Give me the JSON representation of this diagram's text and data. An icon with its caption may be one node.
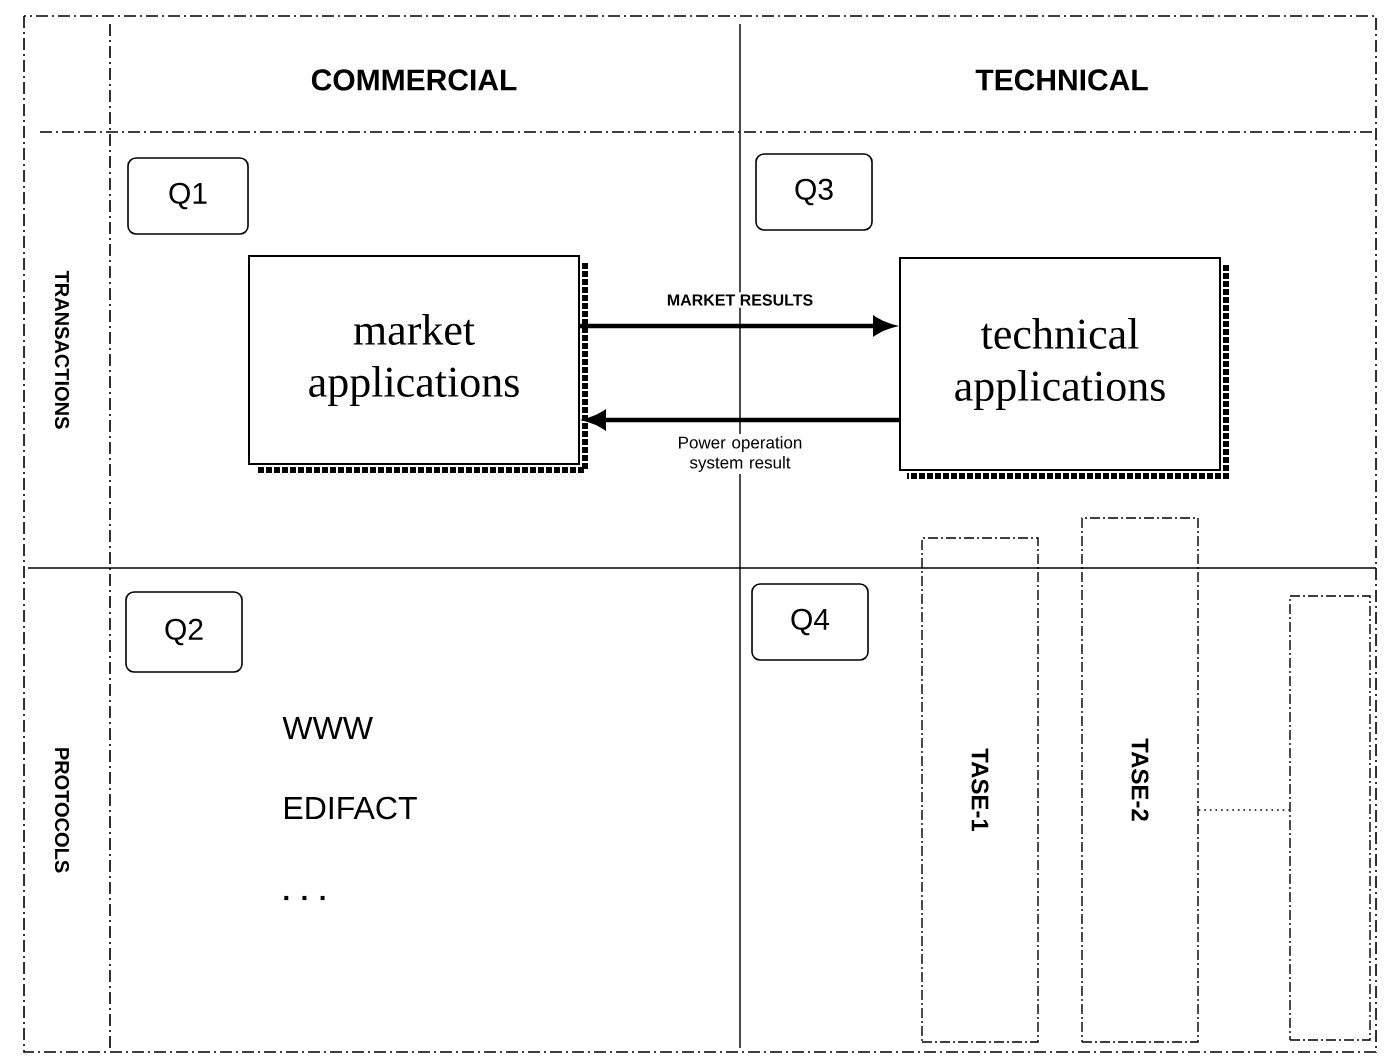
{
  "diagram": {
    "nodes": [
      {
        "text": [
          "Q1"
        ]
      },
      {
        "text": [
          "market applications"
        ]
      },
      {
        "text": [
          "Q3"
        ]
      },
      {
        "text": [
          "technical applications"
        ]
      },
      {
        "text": [
          "Q2"
        ]
      },
      {
        "text": [
          "Q4"
        ]
      },
      {
        "text": [
          "TASE-1"
        ]
      },
      {
        "text": [
          "TASE-2"
        ]
      },
      {
        "text": [],
        "shape": "box"
      }
    ],
    "edges": [
      {
        "from": 1,
        "to": 3,
        "arrow": "to",
        "label": "MARKET RESULTS"
      },
      {
        "from": 3,
        "to": 1,
        "arrow": "to",
        "label": "Power operation system result"
      },
      {
        "from": 7,
        "to": 8,
        "arrow": "none",
        "style": "dashed"
      }
    ],
    "labels": [
      "COMMERCIAL",
      "TECHNICAL",
      "TRANSACTIONS",
      "PROTOCOLS",
      "WWW",
      "EDIFACT",
      ". . ."
    ]
  }
}
